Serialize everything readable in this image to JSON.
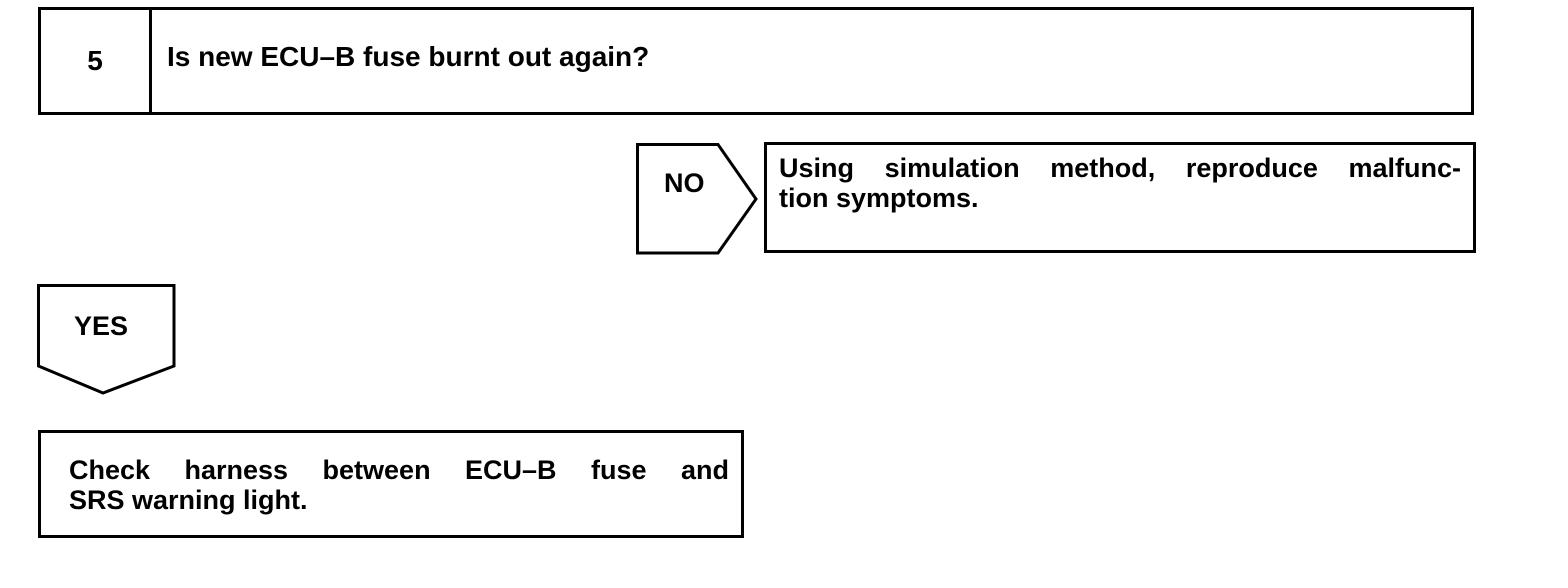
{
  "step": {
    "number": "5",
    "question": "Is new ECU–B fuse burnt out again?"
  },
  "branches": {
    "no": {
      "label": "NO",
      "action_line_1": "Using simulation method, reproduce malfunc-",
      "action_line_2": "tion symptoms."
    },
    "yes": {
      "label": "YES",
      "action_line_1": "Check harness between ECU–B fuse and",
      "action_line_2": "SRS warning light."
    }
  }
}
